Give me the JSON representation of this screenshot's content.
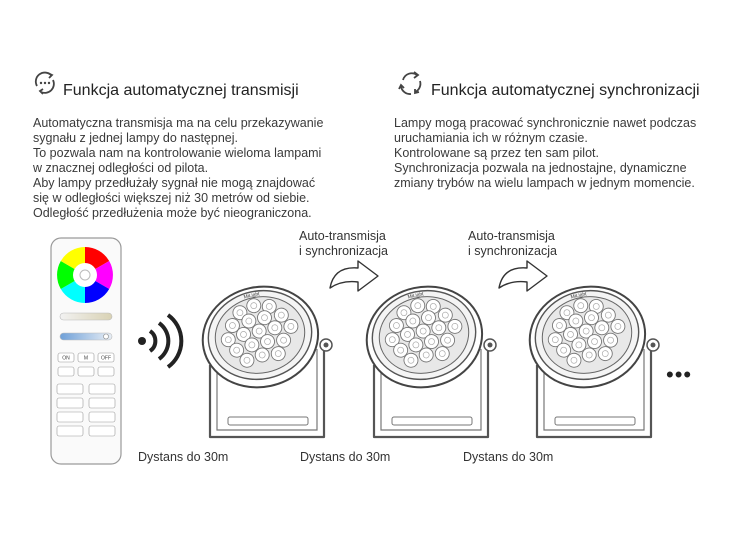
{
  "section_left": {
    "icon": "transmit-cycle-icon",
    "title": "Funkcja automatycznej transmisji",
    "lines": [
      "Automatyczna transmisja ma na celu przekazywanie",
      "sygnału z jednej lampy do następnej.",
      "To pozwala nam na kontrolowanie wieloma lampami",
      "w znacznej odległości od pilota.",
      "Aby lampy przedłużały sygnał nie mogą znajdować",
      "się w odległości większej niż 30 metrów od siebie.",
      "Odległość przedłużenia może być nieograniczona."
    ]
  },
  "section_right": {
    "icon": "sync-cycle-icon",
    "title": "Funkcja automatycznej synchronizacji",
    "lines": [
      "Lampy mogą pracować synchronicznie nawet podczas",
      "uruchamiania ich w różnym czasie.",
      "Kontrolowane są przez ten sam pilot.",
      "Synchronizacja pozwala na jednostajne, dynamiczne",
      "zmiany trybów na wielu lampach w jednym momencie."
    ]
  },
  "diagram": {
    "arrows": [
      {
        "line1": "Auto-transmisja",
        "line2": "i synchronizacja"
      },
      {
        "line1": "Auto-transmisja",
        "line2": "i synchronizacja"
      }
    ],
    "distances": [
      "Dystans do 30m",
      "Dystans do 30m",
      "Dystans do 30m"
    ],
    "remote_buttons": {
      "on": "ON",
      "mode": "M",
      "off": "OFF"
    },
    "lamp_brand": "MiLight",
    "continuation": "•••"
  },
  "colors": {
    "text": "#333333",
    "line": "#555555",
    "lamp_face": "#e8e8e8"
  }
}
